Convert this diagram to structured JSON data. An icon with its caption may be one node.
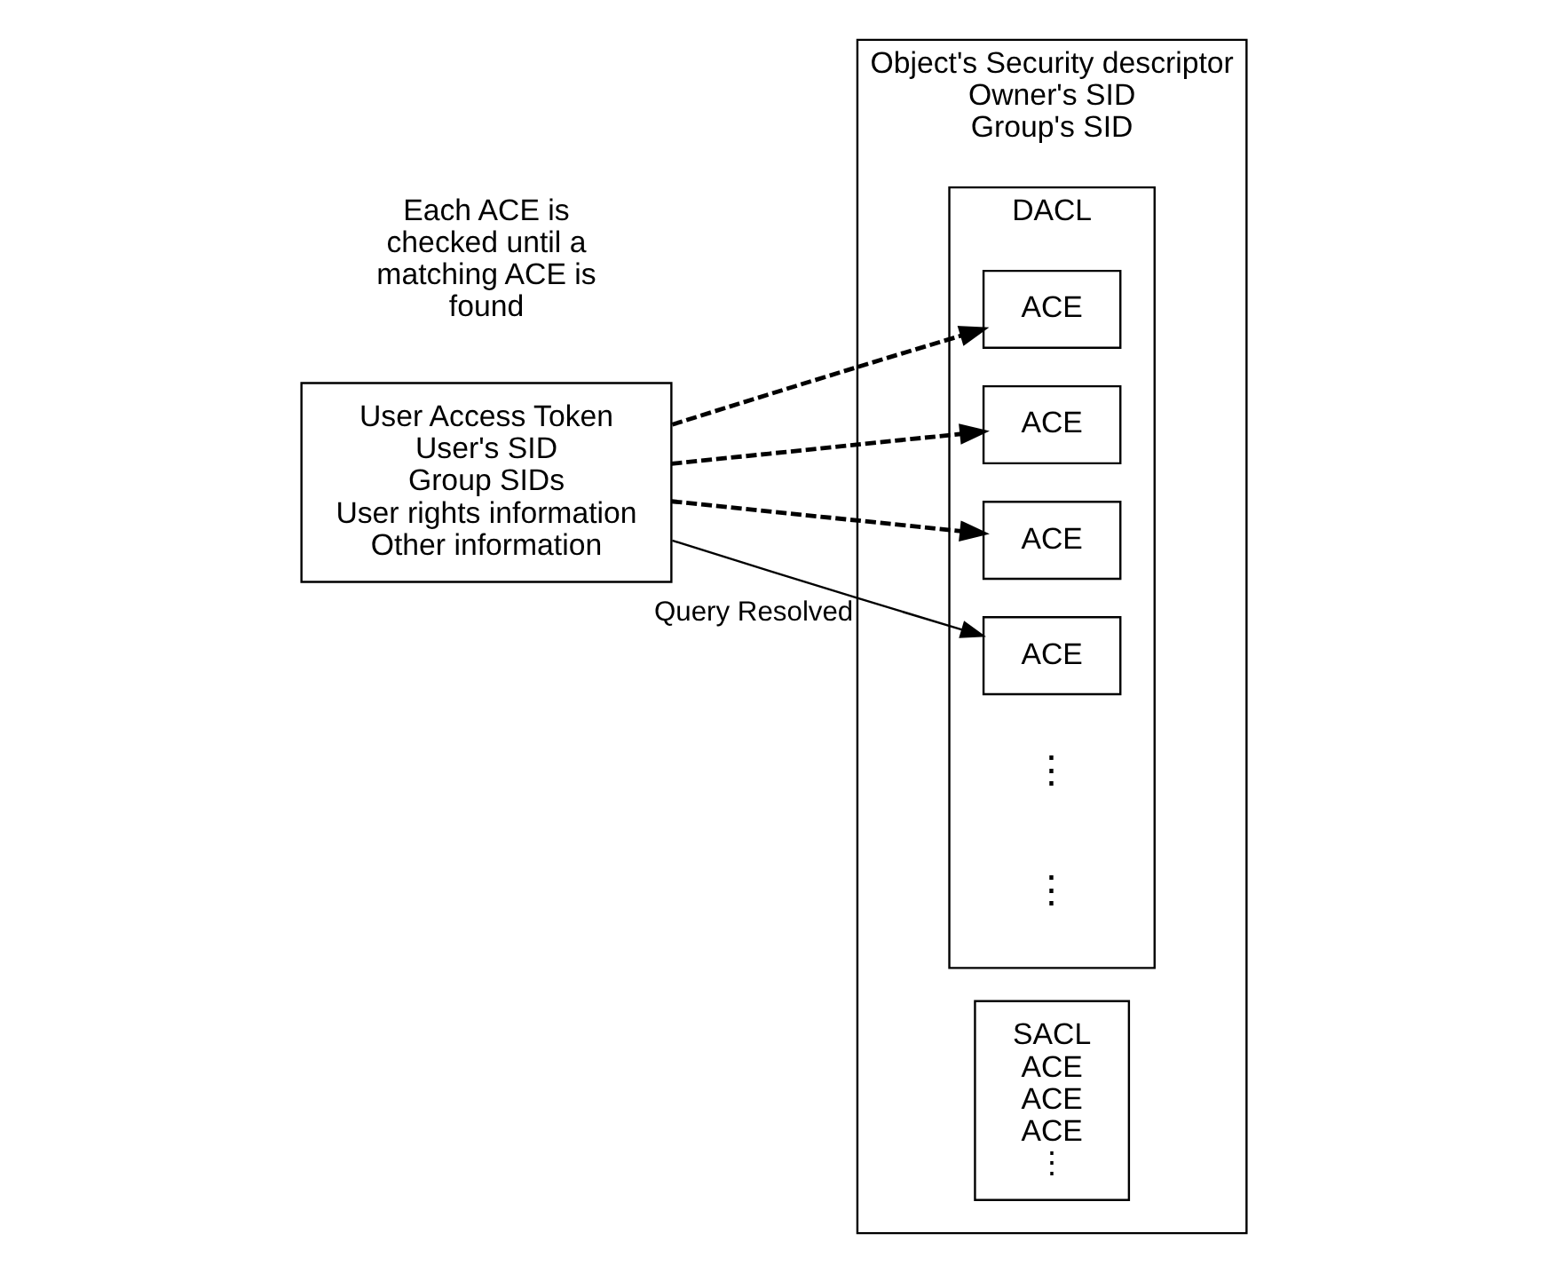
{
  "diagram": {
    "nodes": [
      {
        "text": [
          "User Access Token",
          "User's SID",
          "Group SIDs",
          "User rights information",
          "Other information"
        ]
      },
      {
        "text": [
          "Object's Security descriptor",
          "Owner's SID",
          "Group's SID"
        ]
      },
      {
        "text": [
          "SACL",
          "ACE",
          "ACE",
          "ACE",
          "⋮"
        ],
        "in": 1
      },
      {
        "text": [
          "DACL"
        ],
        "in": 1
      },
      {
        "text": [
          "ACE"
        ],
        "in": 3
      },
      {
        "text": [
          "ACE"
        ],
        "in": 3
      },
      {
        "text": [
          "ACE"
        ],
        "in": 3
      },
      {
        "text": [
          "ACE"
        ],
        "in": 3
      }
    ],
    "edges": [
      {
        "from": 0,
        "to": 4,
        "arrow": "to",
        "style": "dashed"
      },
      {
        "from": 0,
        "to": 5,
        "arrow": "to",
        "style": "dashed"
      },
      {
        "from": 0,
        "to": 6,
        "arrow": "to",
        "style": "dashed"
      },
      {
        "from": 0,
        "to": 7,
        "arrow": "to",
        "label": "Query Resolved"
      }
    ],
    "labels": [
      "Each ACE is checked until a matching ACE is found",
      "⋮",
      "⋮"
    ]
  }
}
